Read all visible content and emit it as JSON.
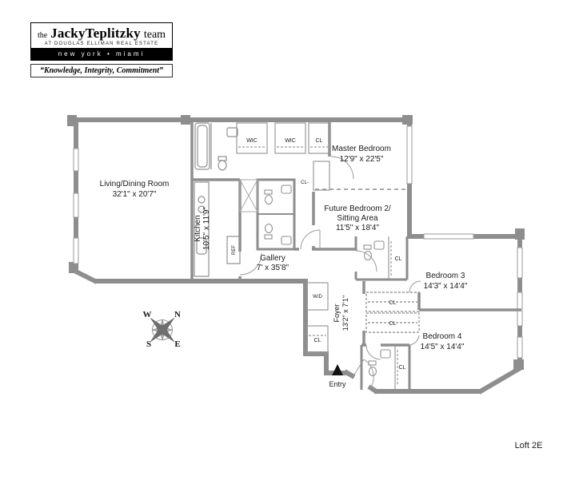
{
  "branding": {
    "the": "the",
    "name": "JackyTeplitzky",
    "team": "team",
    "subtitle": "AT DOUGLAS ELLIMAN REAL ESTATE",
    "locations": "new york • miami",
    "tagline": "“Knowledge, Integrity, Commitment”"
  },
  "plan": {
    "rooms": {
      "living": {
        "name": "Living/Dining Room",
        "dims": "32'1\" x 20'7\""
      },
      "kitchen": {
        "name": "Kitchen",
        "dims": "10'5\" x 11'9\""
      },
      "master": {
        "name": "Master Bedroom",
        "dims": "12'9\" x 22'5\""
      },
      "future": {
        "line1": "Future Bedroom 2/",
        "line2": "Sitting Area",
        "dims": "11'5\" x 18'4\""
      },
      "gallery": {
        "name": "Gallery",
        "dims": "7' x 35'8\""
      },
      "bedroom3": {
        "name": "Bedroom 3",
        "dims": "14'3\" x 14'4\""
      },
      "bedroom4": {
        "name": "Bedroom 4",
        "dims": "14'5\" x 14'4\""
      },
      "foyer": {
        "name": "Foyer",
        "dims": "13'2\" x 7'1\""
      }
    },
    "labels": {
      "wic": "WIC",
      "cl": "CL",
      "cl_dash": "CL-",
      "wd": "W/D",
      "ref": "REF"
    },
    "compass": {
      "n": "N",
      "s": "S",
      "e": "E",
      "w": "W"
    },
    "entry": "Entry",
    "unit": "Loft 2E"
  }
}
